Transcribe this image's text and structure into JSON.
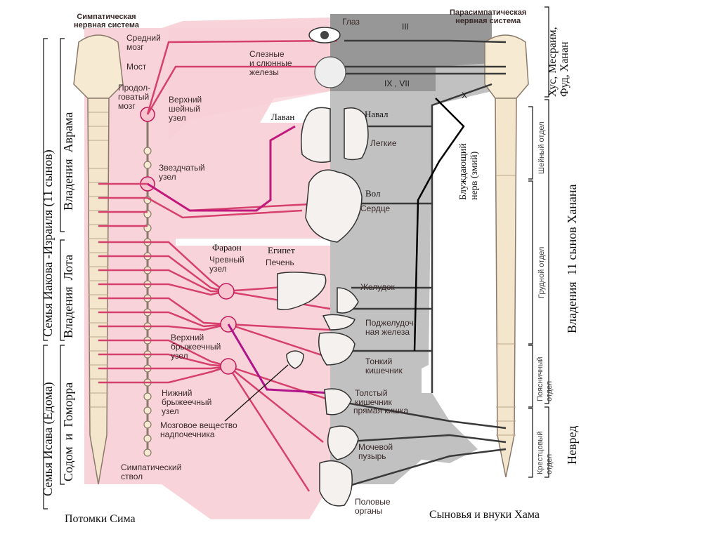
{
  "headers": {
    "sympathetic": "Симпатическая\nнервная система",
    "parasympathetic": "Парасимпатическая\nнервная система"
  },
  "brain_labels": {
    "midbrain": "Средний\nмозг",
    "pons": "Мост",
    "medulla": "Продол-\nговатый\nмозг"
  },
  "ganglia": {
    "superior_cervical": "Верхний\nшейный\nузел",
    "stellate": "Звездчатый\nузел",
    "celiac": "Чревный\nузел",
    "superior_mesenteric": "Верхний\nбрыжеечный\nузел",
    "inferior_mesenteric": "Нижний\nбрыжеечный\nузел",
    "adrenal_medulla": "Мозговое вещество\nнадпочечника",
    "sympathetic_trunk": "Симпатический\nствол"
  },
  "organs": {
    "eye": "Глаз",
    "glands": "Слезные\nи слюнные\nжелезы",
    "lungs": "Легкие",
    "heart": "Сердце",
    "liver": "Печень",
    "stomach": "Желудок",
    "pancreas": "Поджелудоч-\nная железа",
    "small_intestine": "Тонкий\nкишечник",
    "large_intestine": "Толстый\nкишечник",
    "rectum": "прямая кишка",
    "bladder": "Мочевой\nпузырь",
    "genitals": "Половые\nорганы"
  },
  "nerve_labels": {
    "cn3": "III",
    "cn9_7": "IX , VII",
    "cn10": "X",
    "vagus": "Блуждающий\nнерв (змий)"
  },
  "spinal_sections": {
    "cervical": "Шейный отдел",
    "thoracic": "Грудной отдел",
    "lumbar": "Поясничный\nотдел",
    "sacral": "Крестцовый\nотдел"
  },
  "annotations": {
    "laban": "Лаван",
    "naval": "Навал",
    "vol": "Вол",
    "pharaoh": "Фараон",
    "egypt": "Египет"
  },
  "left_brackets": {
    "jacob_family": "Семья Иакова -Израиля (11 сынов)",
    "abram": "Владения  Аврама",
    "lot": "Владения  Лота",
    "esau_family": "Семья Исава (Едома)",
    "sodom": "Содом  и  Гоморра"
  },
  "right_brackets": {
    "hus": "Хус, Месраим,\nФуд, Ханан",
    "canaan": "Владения  11 сынов Ханана",
    "nimrod": "Невред"
  },
  "footer": {
    "shem": "Потомки Сима",
    "ham": "Сыновья и внуки Хама"
  }
}
